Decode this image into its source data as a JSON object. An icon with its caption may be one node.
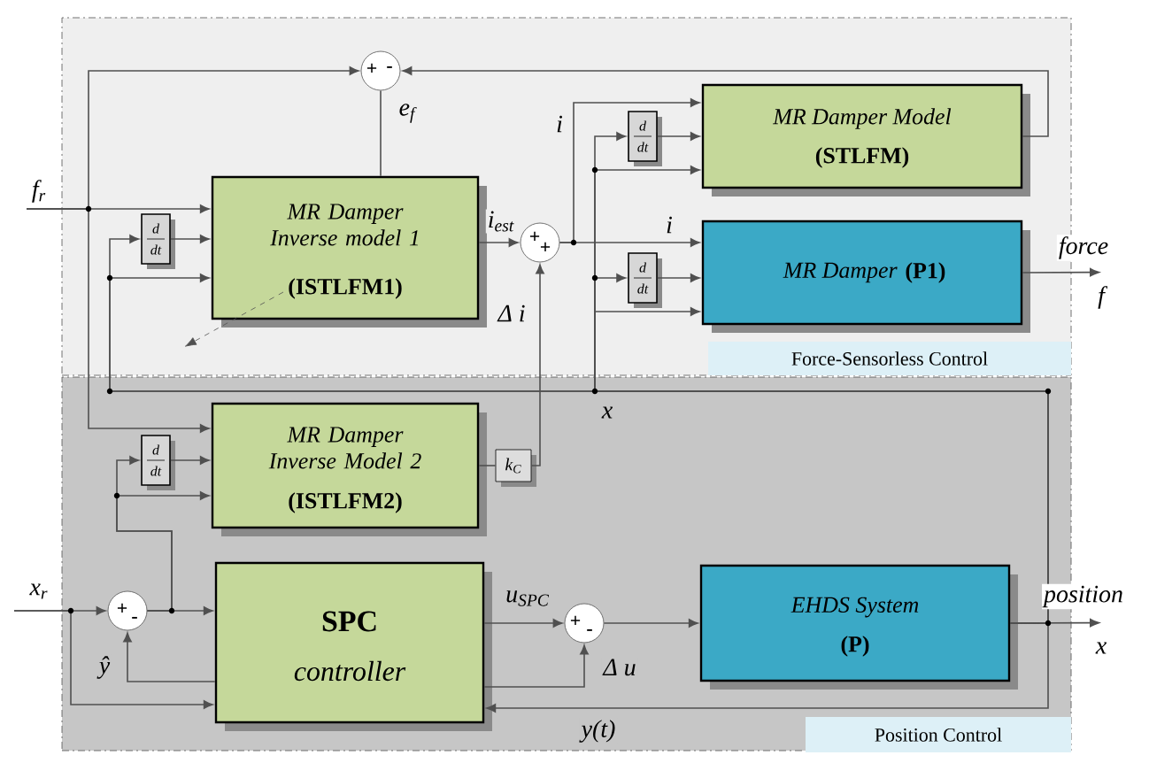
{
  "diagram": {
    "nodes": [
      {
        "text": [
          "Force-Sensorless Control"
        ]
      },
      {
        "text": [
          "Position Control"
        ]
      },
      {
        "text": [
          "+",
          "-"
        ],
        "in": 0
      },
      {
        "text": [
          "d",
          "dt"
        ],
        "in": 0
      },
      {
        "text": [
          "MR Damper Inverse model 1",
          "(ISTLFM1)"
        ],
        "in": 0
      },
      {
        "text": [
          "+",
          "+"
        ],
        "in": 0
      },
      {
        "text": [
          "d",
          "dt"
        ],
        "in": 0
      },
      {
        "text": [
          "MR Damper Model",
          "(STLFM)"
        ],
        "in": 0
      },
      {
        "text": [
          "d",
          "dt"
        ],
        "in": 0
      },
      {
        "text": [
          "MR Damper",
          "(P1)"
        ],
        "in": 0
      },
      {
        "text": [
          "d",
          "dt"
        ],
        "in": 1
      },
      {
        "text": [
          "MR Damper Inverse Model 2",
          "(ISTLFM2)"
        ],
        "in": 1
      },
      {
        "text": [
          "k$_{C}$"
        ],
        "in": 1
      },
      {
        "text": [
          "+",
          "-"
        ],
        "in": 1
      },
      {
        "text": [
          "SPC",
          "controller"
        ],
        "in": 1
      },
      {
        "text": [
          "+",
          "-"
        ],
        "in": 1
      },
      {
        "text": [
          "EHDS System",
          "(P)"
        ],
        "in": 1
      },
      {
        "text": [
          "f"
        ]
      },
      {
        "text": [
          "x"
        ]
      }
    ],
    "edges": [
      {
        "from": null,
        "to": 4,
        "arrow": "to",
        "label": "f$_{r}$"
      },
      {
        "from": null,
        "to": 2,
        "arrow": "to"
      },
      {
        "from": null,
        "to": 11,
        "arrow": "to"
      },
      {
        "from": 7,
        "to": 2,
        "arrow": "to"
      },
      {
        "from": 2,
        "to": 4,
        "arrow": "none",
        "label": "e$_{f}$"
      },
      {
        "from": 3,
        "to": 4,
        "arrow": "to"
      },
      {
        "from": 4,
        "to": 5,
        "arrow": "to",
        "label": "i$_{est}$"
      },
      {
        "from": 12,
        "to": 5,
        "arrow": "to",
        "label": "Δ i"
      },
      {
        "from": 5,
        "to": 7,
        "arrow": "to",
        "label": "i"
      },
      {
        "from": 5,
        "to": 9,
        "arrow": "to",
        "label": "i"
      },
      {
        "from": 6,
        "to": 7,
        "arrow": "to"
      },
      {
        "from": 8,
        "to": 9,
        "arrow": "to"
      },
      {
        "from": 9,
        "to": 17,
        "arrow": "to",
        "label": "force"
      },
      {
        "from": 16,
        "to": 3,
        "arrow": "to"
      },
      {
        "from": 16,
        "to": 4,
        "arrow": "to"
      },
      {
        "from": 16,
        "to": 6,
        "arrow": "to"
      },
      {
        "from": 16,
        "to": 7,
        "arrow": "to"
      },
      {
        "from": 16,
        "to": 8,
        "arrow": "to"
      },
      {
        "from": 16,
        "to": 9,
        "arrow": "to"
      },
      {
        "from": 11,
        "to": 12,
        "arrow": "none"
      },
      {
        "from": null,
        "to": 13,
        "arrow": "to",
        "label": "x$_{r}$"
      },
      {
        "from": null,
        "to": 14,
        "arrow": "to"
      },
      {
        "from": 13,
        "to": 14,
        "arrow": "to"
      },
      {
        "from": 13,
        "to": 10,
        "arrow": "to"
      },
      {
        "from": 13,
        "to": 11,
        "arrow": "to"
      },
      {
        "from": 10,
        "to": 11,
        "arrow": "to"
      },
      {
        "from": 14,
        "to": 13,
        "arrow": "to",
        "label": "ŷ"
      },
      {
        "from": 14,
        "to": 15,
        "arrow": "to",
        "label": "u$_{SPC}$"
      },
      {
        "from": 15,
        "to": 16,
        "arrow": "to"
      },
      {
        "from": 16,
        "to": 18,
        "arrow": "to",
        "label": "position"
      },
      {
        "from": 16,
        "to": 14,
        "arrow": "to",
        "label": "y(t)"
      },
      {
        "from": 14,
        "to": 15,
        "arrow": "to",
        "label": "Δ u"
      }
    ],
    "labels": [
      "x"
    ]
  }
}
